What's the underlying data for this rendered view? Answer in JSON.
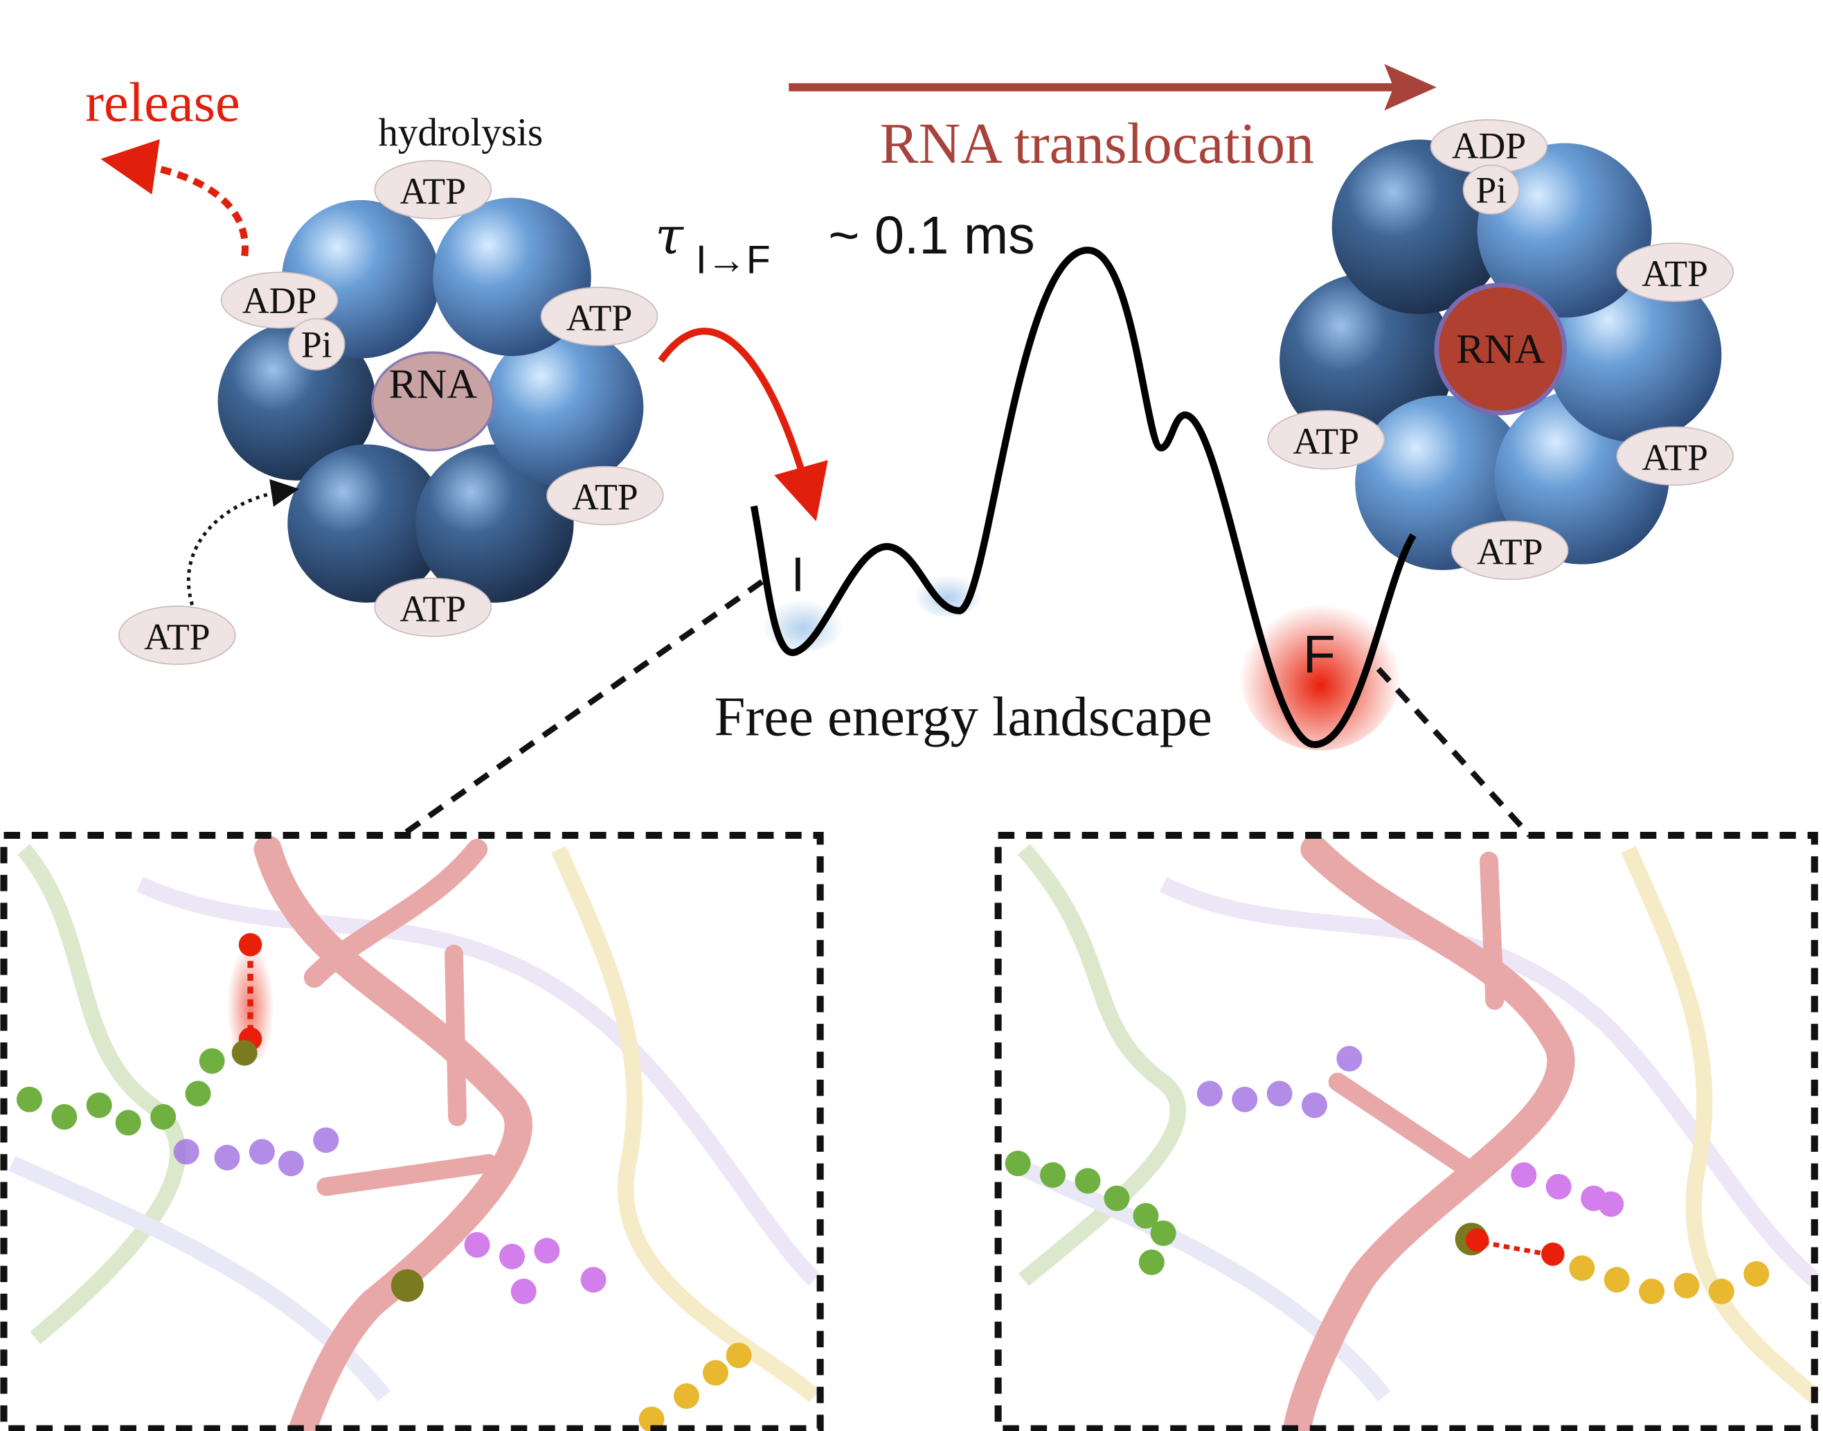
{
  "top": {
    "release_label": "release",
    "hydrolysis_label": "hydrolysis",
    "translocation_label": "RNA translocation",
    "tau_symbol": "τ",
    "tau_subscript": "I→F",
    "tau_value": "~ 0.1 ms"
  },
  "left_hexamer": {
    "center_label": "RNA",
    "labels": [
      "ATP",
      "ATP",
      "ATP",
      "ATP",
      "ADP",
      "Pi"
    ],
    "incoming_label": "ATP"
  },
  "right_hexamer": {
    "center_label": "RNA",
    "labels": [
      "ADP",
      "Pi",
      "ATP",
      "ATP",
      "ATP",
      "ATP"
    ]
  },
  "landscape": {
    "title": "Free energy landscape",
    "state_intermediate": "I",
    "state_final": "F"
  },
  "colors": {
    "release": "#e0200c",
    "translocation": "#a8433c",
    "sphere_dark": "#3d5f8e",
    "sphere_light": "#6fa0d8",
    "rna_left": "#c9a3a3",
    "rna_right": "#b0402f"
  }
}
